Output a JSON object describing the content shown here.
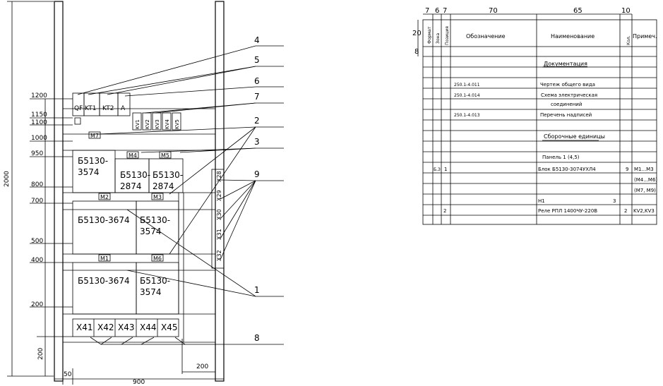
{
  "drawing": {
    "dims": {
      "h2000": "2000",
      "w900": "900",
      "w50": "50",
      "w200_bottom": "200",
      "h200_bottom": "200",
      "lvl_1200": "1200",
      "lvl_1150": "1150",
      "lvl_1100": "1100",
      "lvl_1000": "1000",
      "lvl_950": "950",
      "lvl_800": "800",
      "lvl_700": "700",
      "lvl_500": "500",
      "lvl_400": "400",
      "lvl_200": "200"
    },
    "top_devices": {
      "qf": "QF",
      "kt1": "KT1",
      "kt2": "KT2",
      "a": "A"
    },
    "relays": [
      "KV1",
      "KV2",
      "KV3",
      "KV4",
      "KV5"
    ],
    "module_labels": {
      "m1": "M1",
      "m2": "M2",
      "m3": "M3",
      "m4": "M4",
      "m5": "M5",
      "m6": "M6",
      "m7": "M7"
    },
    "blocks": {
      "b_950_l1": "Б5130-",
      "b_950_l2": "3574",
      "b_800a_l1": "Б5130-",
      "b_800a_l2": "2874",
      "b_800b_l1": "Б5130-",
      "b_800b_l2": "2874",
      "b_700_left": "Б5130-3674",
      "b_700_right_l1": "Б5130-",
      "b_700_right_l2": "3574",
      "b_400_left": "Б5130-3674",
      "b_400_right_l1": "Б5130-",
      "b_400_right_l2": "3574"
    },
    "side_terminals": [
      "X28",
      "X29",
      "X30",
      "X31",
      "X32"
    ],
    "bottom_terminals": [
      "X41",
      "X42",
      "X43",
      "X44",
      "X45"
    ],
    "callouts": [
      "4",
      "5",
      "6",
      "7",
      "2",
      "3",
      "9",
      "1",
      "8"
    ]
  },
  "table": {
    "col_widths": [
      "7",
      "6",
      "7",
      "70",
      "65",
      "10"
    ],
    "row_dims": {
      "header": "20",
      "row": "8"
    },
    "headers": {
      "format": "Формат",
      "zone": "Зона",
      "pos": "Позиция",
      "designation": "Обозначение",
      "name": "Наименование",
      "qty": "Кол.",
      "note": "Примеч."
    },
    "rows": [
      {
        "format": "",
        "zone": "",
        "pos": "",
        "designation": "",
        "name": "",
        "qty": "",
        "note": ""
      },
      {
        "format": "",
        "zone": "",
        "pos": "",
        "designation": "",
        "name": "Документация",
        "qty": "",
        "note": "",
        "section": true
      },
      {
        "format": "",
        "zone": "",
        "pos": "",
        "designation": "",
        "name": "",
        "qty": "",
        "note": ""
      },
      {
        "format": "",
        "zone": "",
        "pos": "",
        "designation": "250.1-4.011",
        "name": "Чертеж общего вида",
        "qty": "",
        "note": ""
      },
      {
        "format": "",
        "zone": "",
        "pos": "",
        "designation": "250.1-4.014",
        "name": "Схема электрическая",
        "qty": "",
        "note": ""
      },
      {
        "format": "",
        "zone": "",
        "pos": "",
        "designation": "",
        "name": "соединений",
        "qty": "",
        "note": ""
      },
      {
        "format": "",
        "zone": "",
        "pos": "",
        "designation": "250.1-4.013",
        "name": "Перечень надписей",
        "qty": "",
        "note": ""
      },
      {
        "format": "",
        "zone": "",
        "pos": "",
        "designation": "",
        "name": "",
        "qty": "",
        "note": ""
      },
      {
        "format": "",
        "zone": "",
        "pos": "",
        "designation": "",
        "name": "Сборочные единицы",
        "qty": "",
        "note": "",
        "section": true
      },
      {
        "format": "",
        "zone": "",
        "pos": "",
        "designation": "",
        "name": "",
        "qty": "",
        "note": ""
      },
      {
        "format": "",
        "zone": "",
        "pos": "",
        "designation": "",
        "name": "Панель 1 (4,5)",
        "qty": "",
        "note": ""
      },
      {
        "format": "",
        "zone": "Б.З",
        "pos": "1",
        "designation": "",
        "name": "Блок Б5130-3074УХЛ4",
        "qty": "9",
        "note": "М1...М3"
      },
      {
        "format": "",
        "zone": "",
        "pos": "",
        "designation": "",
        "name": "",
        "qty": "",
        "note": "(М4...М6)"
      },
      {
        "format": "",
        "zone": "",
        "pos": "",
        "designation": "",
        "name": "",
        "qty": "",
        "note": "(М7, М9)"
      },
      {
        "format": "",
        "zone": "",
        "pos": "",
        "designation": "",
        "name": "Н1",
        "qty": "3",
        "note": "",
        "inline_qty": true
      },
      {
        "format": "",
        "zone": "",
        "pos": "2",
        "designation": "",
        "name": "Реле РПЛ 1400ЧУ-220В",
        "qty": "2",
        "note": "KV2,KV3"
      }
    ]
  }
}
